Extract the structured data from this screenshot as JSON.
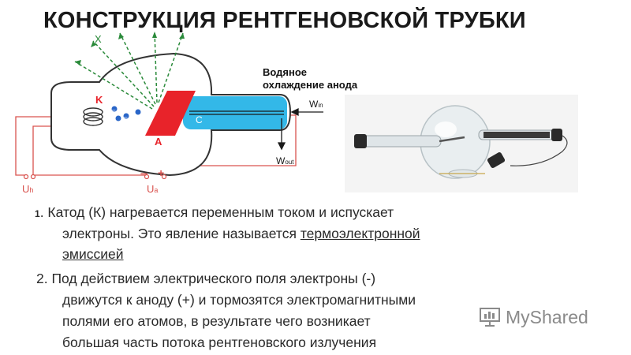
{
  "title": "КОНСТРУКЦИЯ РЕНТГЕНОВСКОЙ ТРУБКИ",
  "diagram": {
    "label_x": "X",
    "label_k": "K",
    "label_a": "A",
    "label_c": "C",
    "label_w_in": "W",
    "label_w_in_sub": "in",
    "label_w_out": "W",
    "label_w_out_sub": "out",
    "label_uh": "U",
    "label_uh_sub": "h",
    "label_ua": "U",
    "label_ua_sub": "a",
    "minus": "–",
    "plus": "+",
    "electron_sign": "–",
    "cooling_line1": "Водяное",
    "cooling_line2": "охлаждение анода"
  },
  "items": {
    "item1_num": "1",
    "item1_line1": ". Катод (К) нагревается переменным током и испускает",
    "item1_line2_plain": "электроны. Это явление называется ",
    "item1_line2_underlined": "термоэлектронной",
    "item1_line3_underlined": "эмиссией",
    "item2_line1": "2. Под действием электрического поля электроны (-)",
    "item2_line2": "движутся к аноду (+) и тормозятся электромагнитными",
    "item2_line3": "полями его атомов, в результате чего возникает",
    "item2_line4": "большая часть потока рентгеновского излучения"
  },
  "watermark": {
    "text": "MyShared",
    "icon": "presentation-board-icon"
  },
  "colors": {
    "circuit": "#d9534f",
    "anode": "#e8232a",
    "coolant": "#33b8e8",
    "rays": "#2a8a3a",
    "electrons": "#2a66c8"
  }
}
